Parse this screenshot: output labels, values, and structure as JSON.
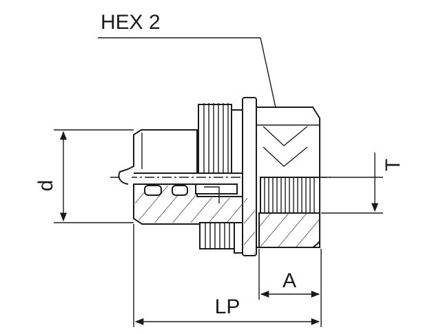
{
  "labels": {
    "hex": "HEX 2",
    "diameter": "d",
    "thread_depth": "T",
    "length_a": "A",
    "length_lp": "LP"
  },
  "colors": {
    "line": "#1a1a1a",
    "background": "#ffffff"
  }
}
